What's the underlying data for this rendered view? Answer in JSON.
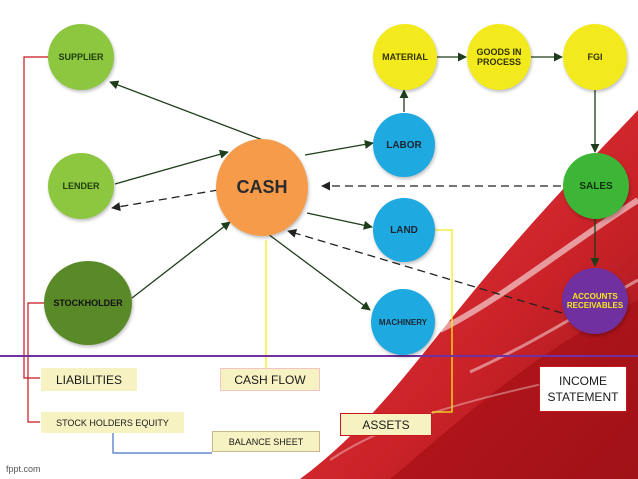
{
  "nodes": {
    "supplier": "SUPPLIER",
    "lender": "LENDER",
    "stockholder": "STOCKHOLDER",
    "cash": "CASH",
    "material": "MATERIAL",
    "goods_in_process": "GOODS IN PROCESS",
    "fgi": "FGI",
    "labor": "LABOR",
    "land": "LAND",
    "machinery": "MACHINERY",
    "sales": "SALES",
    "accounts_receivables": "ACCOUNTS RECEIVABLES"
  },
  "labels": {
    "liabilities": "LIABILITIES",
    "cash_flow": "CASH FLOW",
    "income_statement": "INCOME STATEMENT",
    "stock_holders_equity": "STOCK HOLDERS EQUITY",
    "assets": "ASSETS",
    "balance_sheet": "BALANCE SHEET"
  },
  "footer": "fppt.com",
  "colors": {
    "light_green": "#8dc63f",
    "dark_green": "#5a8a27",
    "bright_green": "#3db536",
    "yellow": "#f2ea1c",
    "cyan": "#1fa9e1",
    "orange": "#f59b4a",
    "purple": "#7030a0",
    "label_fill": "#f7f2c2",
    "background_red": "#c8161d"
  }
}
